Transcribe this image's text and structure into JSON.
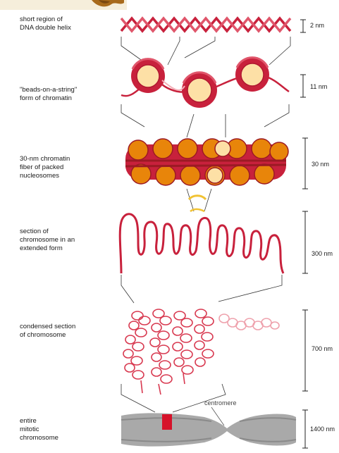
{
  "levels": [
    {
      "label": "short region of\nDNA double helix",
      "size": "2 nm"
    },
    {
      "label": "\"beads-on-a-string\"\nform of chromatin",
      "size": "11 nm"
    },
    {
      "label": "30-nm chromatin\nfiber of packed\nnucleosomes",
      "size": "30 nm"
    },
    {
      "label": "section of\nchromosome in an\nextended form",
      "size": "300 nm"
    },
    {
      "label": "condensed section\nof chromosome",
      "size": "700 nm"
    },
    {
      "label": "entire\nmitotic\nchromosome",
      "size": "1400 nm"
    }
  ],
  "centromere_label": "centromere",
  "colors": {
    "dna": "#c8213c",
    "nucleosome_fill": "#fde0a6",
    "fiber_orange": "#e8850a",
    "chromosome_gray": "#a9a9a9",
    "highlight_red": "#d6122a",
    "linker_yellow": "#f1c232"
  }
}
